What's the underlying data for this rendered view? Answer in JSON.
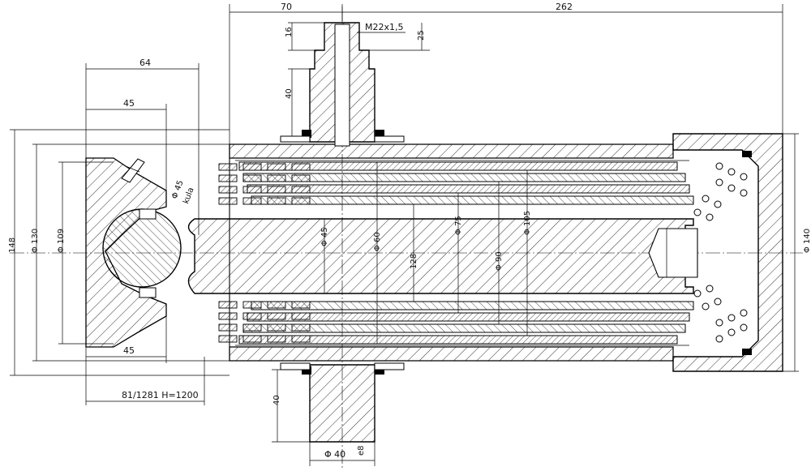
{
  "drawing": {
    "dimensions": [
      {
        "id": "top-70",
        "text": "70"
      },
      {
        "id": "top-262",
        "text": "262"
      },
      {
        "id": "thread",
        "text": "M22x1,5"
      },
      {
        "id": "v16",
        "text": "16"
      },
      {
        "id": "v25",
        "text": "25"
      },
      {
        "id": "v40-top",
        "text": "40"
      },
      {
        "id": "h64",
        "text": "64"
      },
      {
        "id": "h45-top",
        "text": "45"
      },
      {
        "id": "h45-bottom",
        "text": "45"
      },
      {
        "id": "d148",
        "text": "148"
      },
      {
        "id": "d130",
        "text": "Φ 130"
      },
      {
        "id": "d109",
        "text": "Φ 109"
      },
      {
        "id": "d45-ball",
        "text": "Φ 45"
      },
      {
        "id": "kula",
        "text": "kula"
      },
      {
        "id": "d45-rod",
        "text": "Φ 45"
      },
      {
        "id": "d60",
        "text": "Φ 60"
      },
      {
        "id": "d128",
        "text": "128"
      },
      {
        "id": "d75",
        "text": "Φ 75"
      },
      {
        "id": "d90",
        "text": "Φ 90"
      },
      {
        "id": "d105",
        "text": "Φ 105"
      },
      {
        "id": "d140",
        "text": "Φ 140"
      },
      {
        "id": "stroke",
        "text": "81/1281   H=1200"
      },
      {
        "id": "v40-bottom",
        "text": "40"
      },
      {
        "id": "d40-trunnion",
        "text": "Φ 40"
      },
      {
        "id": "tol",
        "text": "e8"
      }
    ]
  }
}
